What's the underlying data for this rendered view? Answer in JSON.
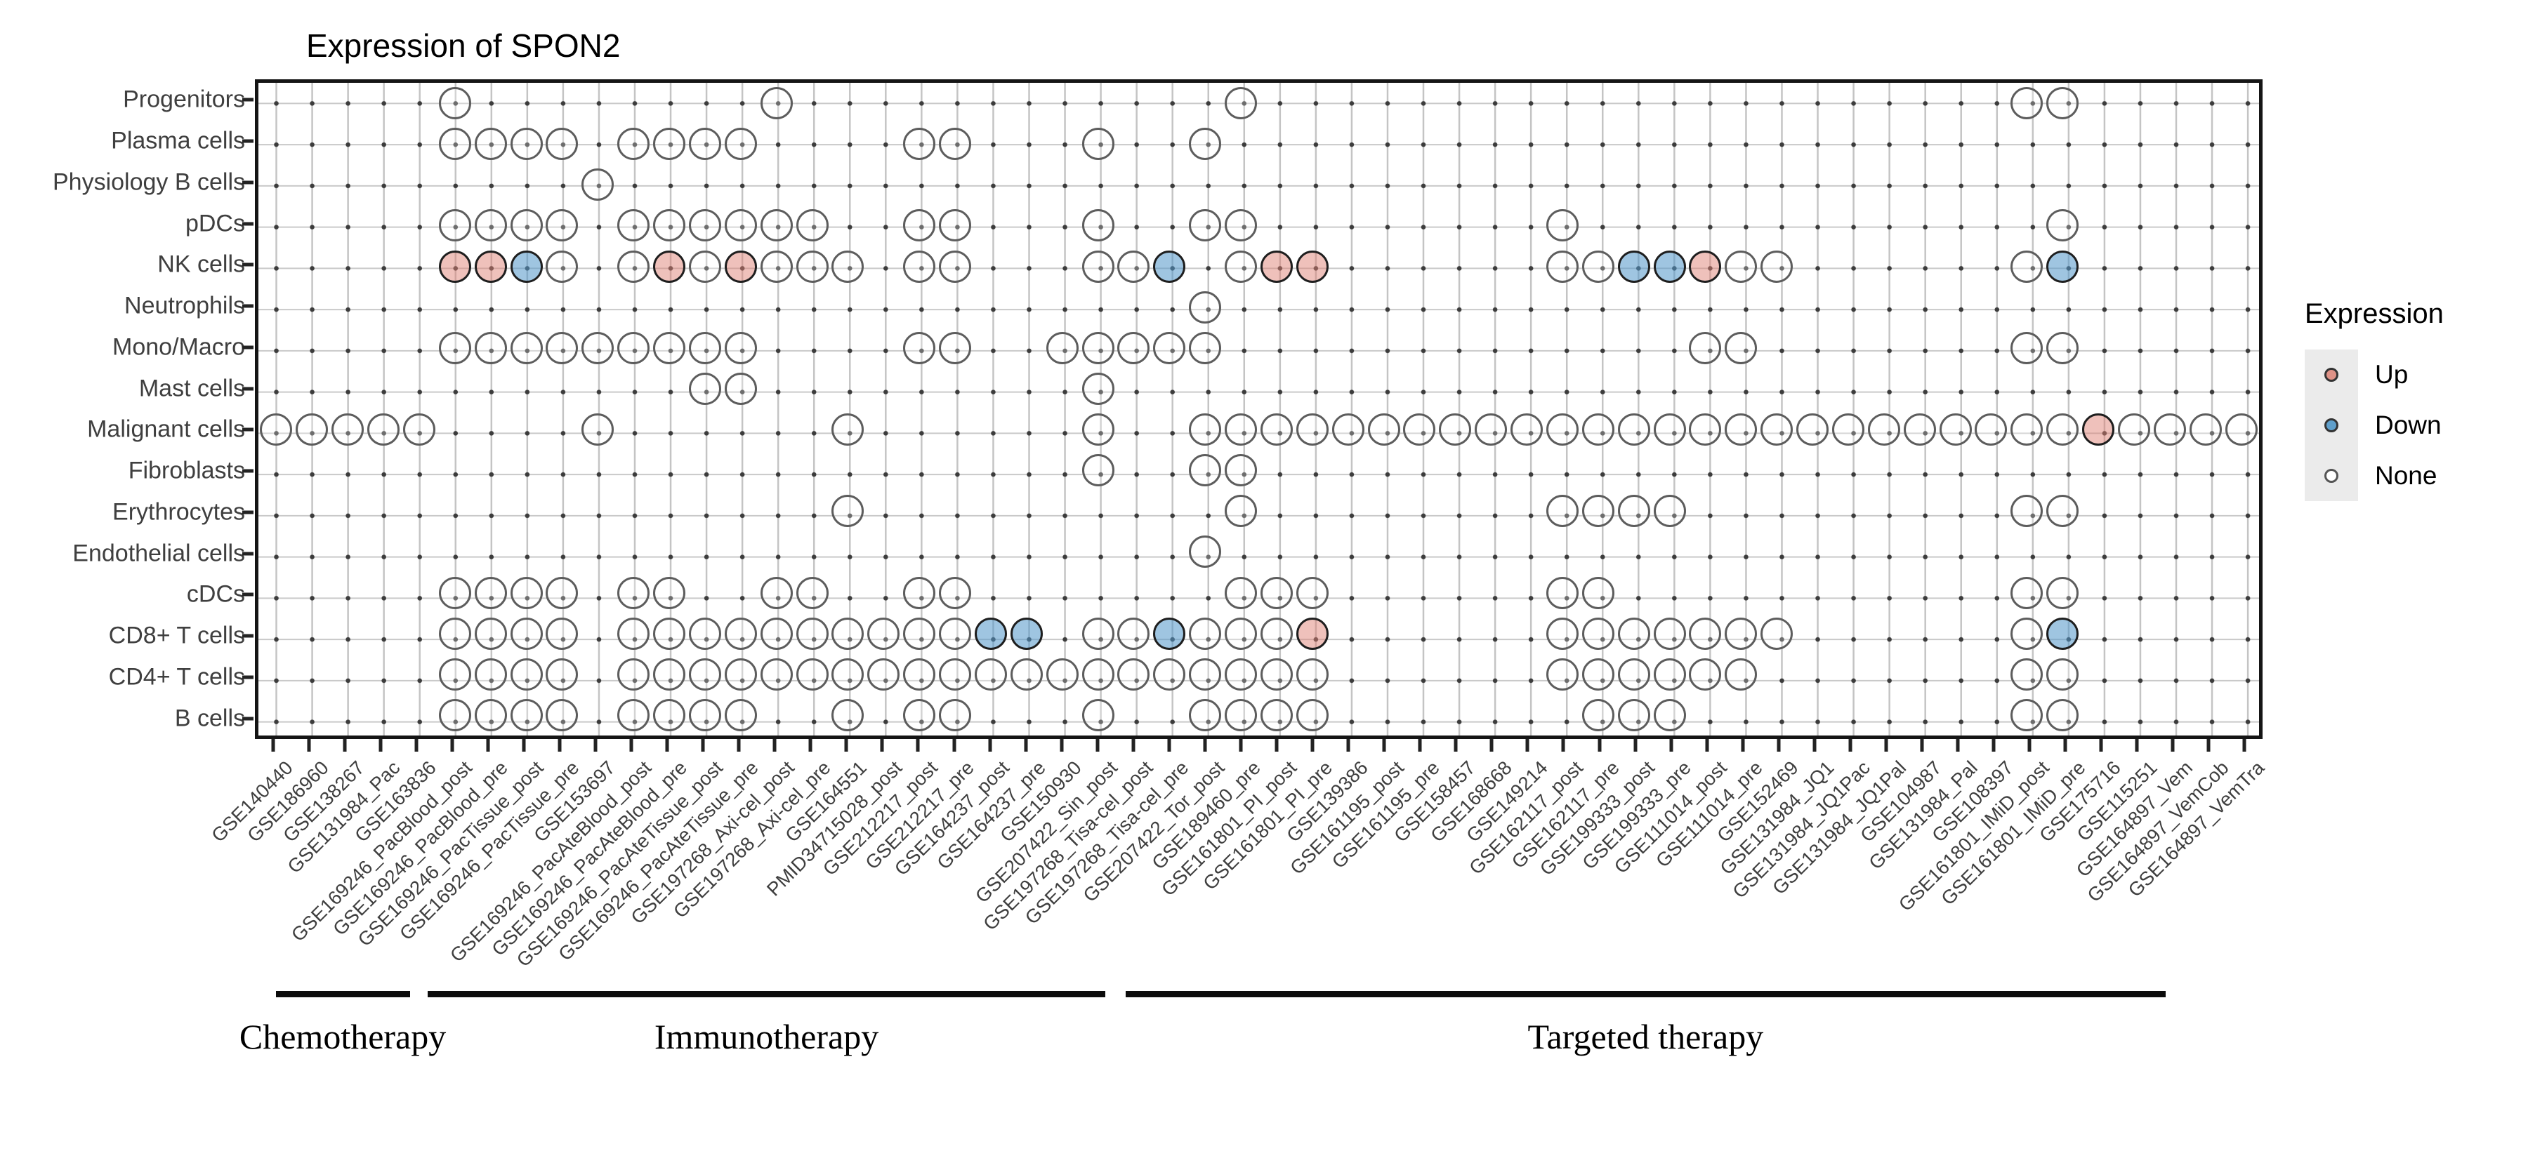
{
  "title": "Expression of SPON2",
  "legend": {
    "title": "Expression",
    "items": [
      {
        "label": "Up",
        "type": "up",
        "color": "#DF9287"
      },
      {
        "label": "Down",
        "type": "down",
        "color": "#5F9FCB"
      },
      {
        "label": "None",
        "type": "none",
        "color": "#FFFFFF"
      }
    ]
  },
  "chart_data": {
    "type": "scatter",
    "subtype": "categorical-dot-matrix",
    "title": "Expression of SPON2",
    "legend_title": "Expression",
    "legend_position": "right",
    "grid": true,
    "rows": [
      "Progenitors",
      "Plasma cells",
      "Physiology B cells",
      "pDCs",
      "NK cells",
      "Neutrophils",
      "Mono/Macro",
      "Mast cells",
      "Malignant cells",
      "Fibroblasts",
      "Erythrocytes",
      "Endothelial cells",
      "cDCs",
      "CD8+ T cells",
      "CD4+ T cells",
      "B cells"
    ],
    "columns": [
      "GSE140440",
      "GSE186960",
      "GSE138267",
      "GSE131984_Pac",
      "GSE163836",
      "GSE169246_PacBlood_post",
      "GSE169246_PacBlood_pre",
      "GSE169246_PacTissue_post",
      "GSE169246_PacTissue_pre",
      "GSE153697",
      "GSE169246_PacAteBlood_post",
      "GSE169246_PacAteBlood_pre",
      "GSE169246_PacAteTissue_post",
      "GSE169246_PacAteTissue_pre",
      "GSE197268_Axi-cel_post",
      "GSE197268_Axi-cel_pre",
      "GSE164551",
      "PMID34715028_post",
      "GSE212217_post",
      "GSE212217_pre",
      "GSE164237_post",
      "GSE164237_pre",
      "GSE150930",
      "GSE207422_Sin_post",
      "GSE197268_Tisa-cel_post",
      "GSE197268_Tisa-cel_pre",
      "GSE207422_Tor_post",
      "GSE189460_pre",
      "GSE161801_PI_post",
      "GSE161801_PI_pre",
      "GSE139386",
      "GSE161195_post",
      "GSE161195_pre",
      "GSE158457",
      "GSE168668",
      "GSE149214",
      "GSE162117_post",
      "GSE162117_pre",
      "GSE199333_post",
      "GSE199333_pre",
      "GSE111014_post",
      "GSE111014_pre",
      "GSE152469",
      "GSE131984_JQ1",
      "GSE131984_JQ1Pac",
      "GSE131984_JQ1Pal",
      "GSE104987",
      "GSE131984_Pal",
      "GSE108397",
      "GSE161801_IMiD_post",
      "GSE161801_IMiD_pre",
      "GSE175716",
      "GSE115251",
      "GSE164897_Vem",
      "GSE164897_VemCob",
      "GSE164897_VemTra"
    ],
    "cells": [
      {
        "row": "Progenitors",
        "none": [
          6,
          15,
          28,
          50,
          51
        ],
        "up": [],
        "down": []
      },
      {
        "row": "Plasma cells",
        "none": [
          6,
          7,
          8,
          9,
          11,
          12,
          13,
          14,
          19,
          20,
          24,
          27
        ],
        "up": [],
        "down": []
      },
      {
        "row": "Physiology B cells",
        "none": [
          10
        ],
        "up": [],
        "down": []
      },
      {
        "row": "pDCs",
        "none": [
          6,
          7,
          8,
          9,
          11,
          12,
          13,
          14,
          15,
          16,
          19,
          20,
          24,
          27,
          28,
          37,
          51
        ],
        "up": [],
        "down": []
      },
      {
        "row": "NK cells",
        "none": [
          9,
          11,
          13,
          15,
          16,
          17,
          19,
          20,
          24,
          25,
          28,
          37,
          38,
          42,
          43,
          50
        ],
        "up": [
          6,
          7,
          12,
          14,
          29,
          30,
          41
        ],
        "down": [
          8,
          26,
          39,
          40,
          51
        ]
      },
      {
        "row": "Neutrophils",
        "none": [
          27
        ],
        "up": [],
        "down": []
      },
      {
        "row": "Mono/Macro",
        "none": [
          6,
          7,
          8,
          9,
          10,
          11,
          12,
          13,
          14,
          19,
          20,
          23,
          24,
          25,
          26,
          27,
          41,
          42,
          50,
          51
        ],
        "up": [],
        "down": []
      },
      {
        "row": "Mast cells",
        "none": [
          13,
          14,
          24
        ],
        "up": [],
        "down": []
      },
      {
        "row": "Malignant cells",
        "none": [
          1,
          2,
          3,
          4,
          5,
          10,
          17,
          24,
          27,
          28,
          29,
          30,
          31,
          32,
          33,
          34,
          35,
          36,
          37,
          38,
          39,
          40,
          41,
          42,
          43,
          44,
          45,
          46,
          47,
          48,
          49,
          50,
          51,
          53,
          54,
          55,
          56
        ],
        "up": [
          52
        ],
        "down": []
      },
      {
        "row": "Fibroblasts",
        "none": [
          24,
          27,
          28
        ],
        "up": [],
        "down": []
      },
      {
        "row": "Erythrocytes",
        "none": [
          17,
          28,
          37,
          38,
          39,
          40,
          50,
          51
        ],
        "up": [],
        "down": []
      },
      {
        "row": "Endothelial cells",
        "none": [
          27
        ],
        "up": [],
        "down": []
      },
      {
        "row": "cDCs",
        "none": [
          6,
          7,
          8,
          9,
          11,
          12,
          15,
          16,
          19,
          20,
          28,
          29,
          30,
          37,
          38,
          50,
          51
        ],
        "up": [],
        "down": []
      },
      {
        "row": "CD8+ T cells",
        "none": [
          6,
          7,
          8,
          9,
          11,
          12,
          13,
          14,
          15,
          16,
          17,
          18,
          19,
          20,
          24,
          25,
          27,
          28,
          29,
          37,
          38,
          39,
          40,
          41,
          42,
          43,
          50
        ],
        "up": [
          30
        ],
        "down": [
          21,
          22,
          26,
          51
        ]
      },
      {
        "row": "CD4+ T cells",
        "none": [
          6,
          7,
          8,
          9,
          11,
          12,
          13,
          14,
          15,
          16,
          17,
          18,
          19,
          20,
          21,
          22,
          23,
          24,
          25,
          26,
          27,
          28,
          29,
          30,
          37,
          38,
          39,
          40,
          41,
          42,
          50,
          51
        ],
        "up": [],
        "down": []
      },
      {
        "row": "B cells",
        "none": [
          6,
          7,
          8,
          9,
          11,
          12,
          13,
          14,
          17,
          19,
          20,
          24,
          27,
          28,
          29,
          30,
          38,
          39,
          40,
          50,
          51
        ],
        "up": [],
        "down": []
      }
    ],
    "groups": [
      {
        "label": "Chemotherapy",
        "start_col": 0.58,
        "end_col": 4.32
      },
      {
        "label": "Immunotherapy",
        "start_col": 4.82,
        "end_col": 23.72
      },
      {
        "label": "Targeted therapy",
        "start_col": 24.28,
        "end_col": 53.3
      }
    ],
    "colors": {
      "up_fill": "#EFC9C2",
      "down_fill": "#A9CFE6",
      "none_fill": "#FFFFFF",
      "outline": "#1E1E1E",
      "none_outline": "#5D5D5D",
      "grid": "#C6C6C6"
    }
  }
}
